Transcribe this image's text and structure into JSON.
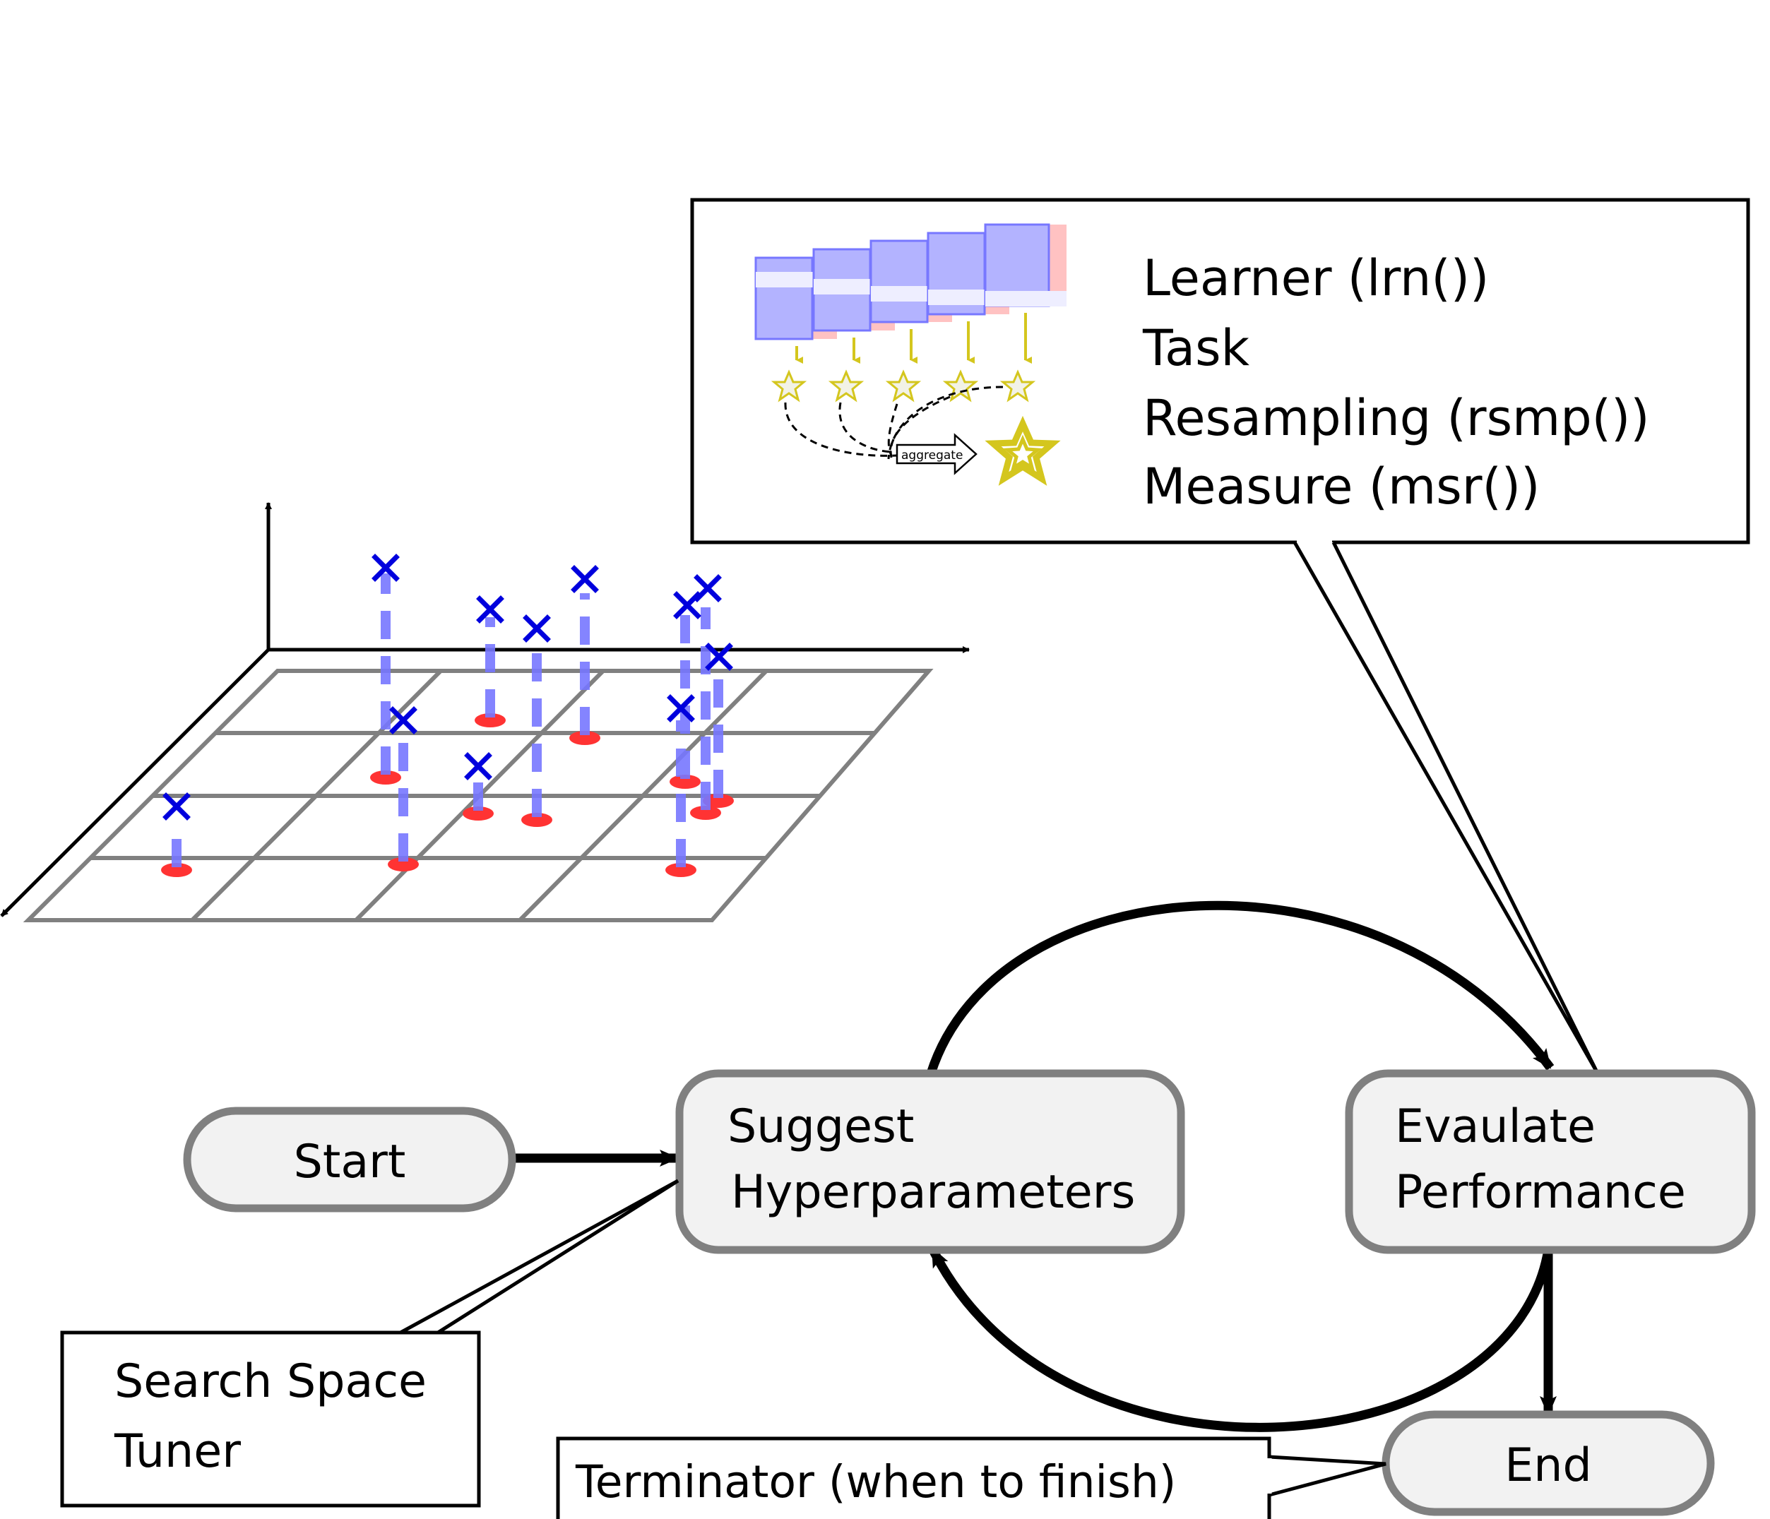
{
  "callout_top": {
    "lines": [
      "Learner (lrn())",
      "Task",
      "Resampling (rsmp())",
      "Measure (msr())"
    ],
    "aggregate_label": "aggregate"
  },
  "nodes": {
    "start": "Start",
    "suggest": [
      "Suggest",
      "Hyperparameters"
    ],
    "evaluate": [
      "Evaulate",
      "Performance"
    ],
    "end": "End"
  },
  "callout_search": [
    "Search Space",
    "Tuner"
  ],
  "callout_terminator": "Terminator (when to finish)",
  "colors": {
    "node_fill": "#f2f2f2",
    "node_border": "#808080",
    "grid": "#808080",
    "point": "#ff3333",
    "marker": "#0000dd",
    "stem": "#7777ff",
    "star": "#d4c61e"
  }
}
